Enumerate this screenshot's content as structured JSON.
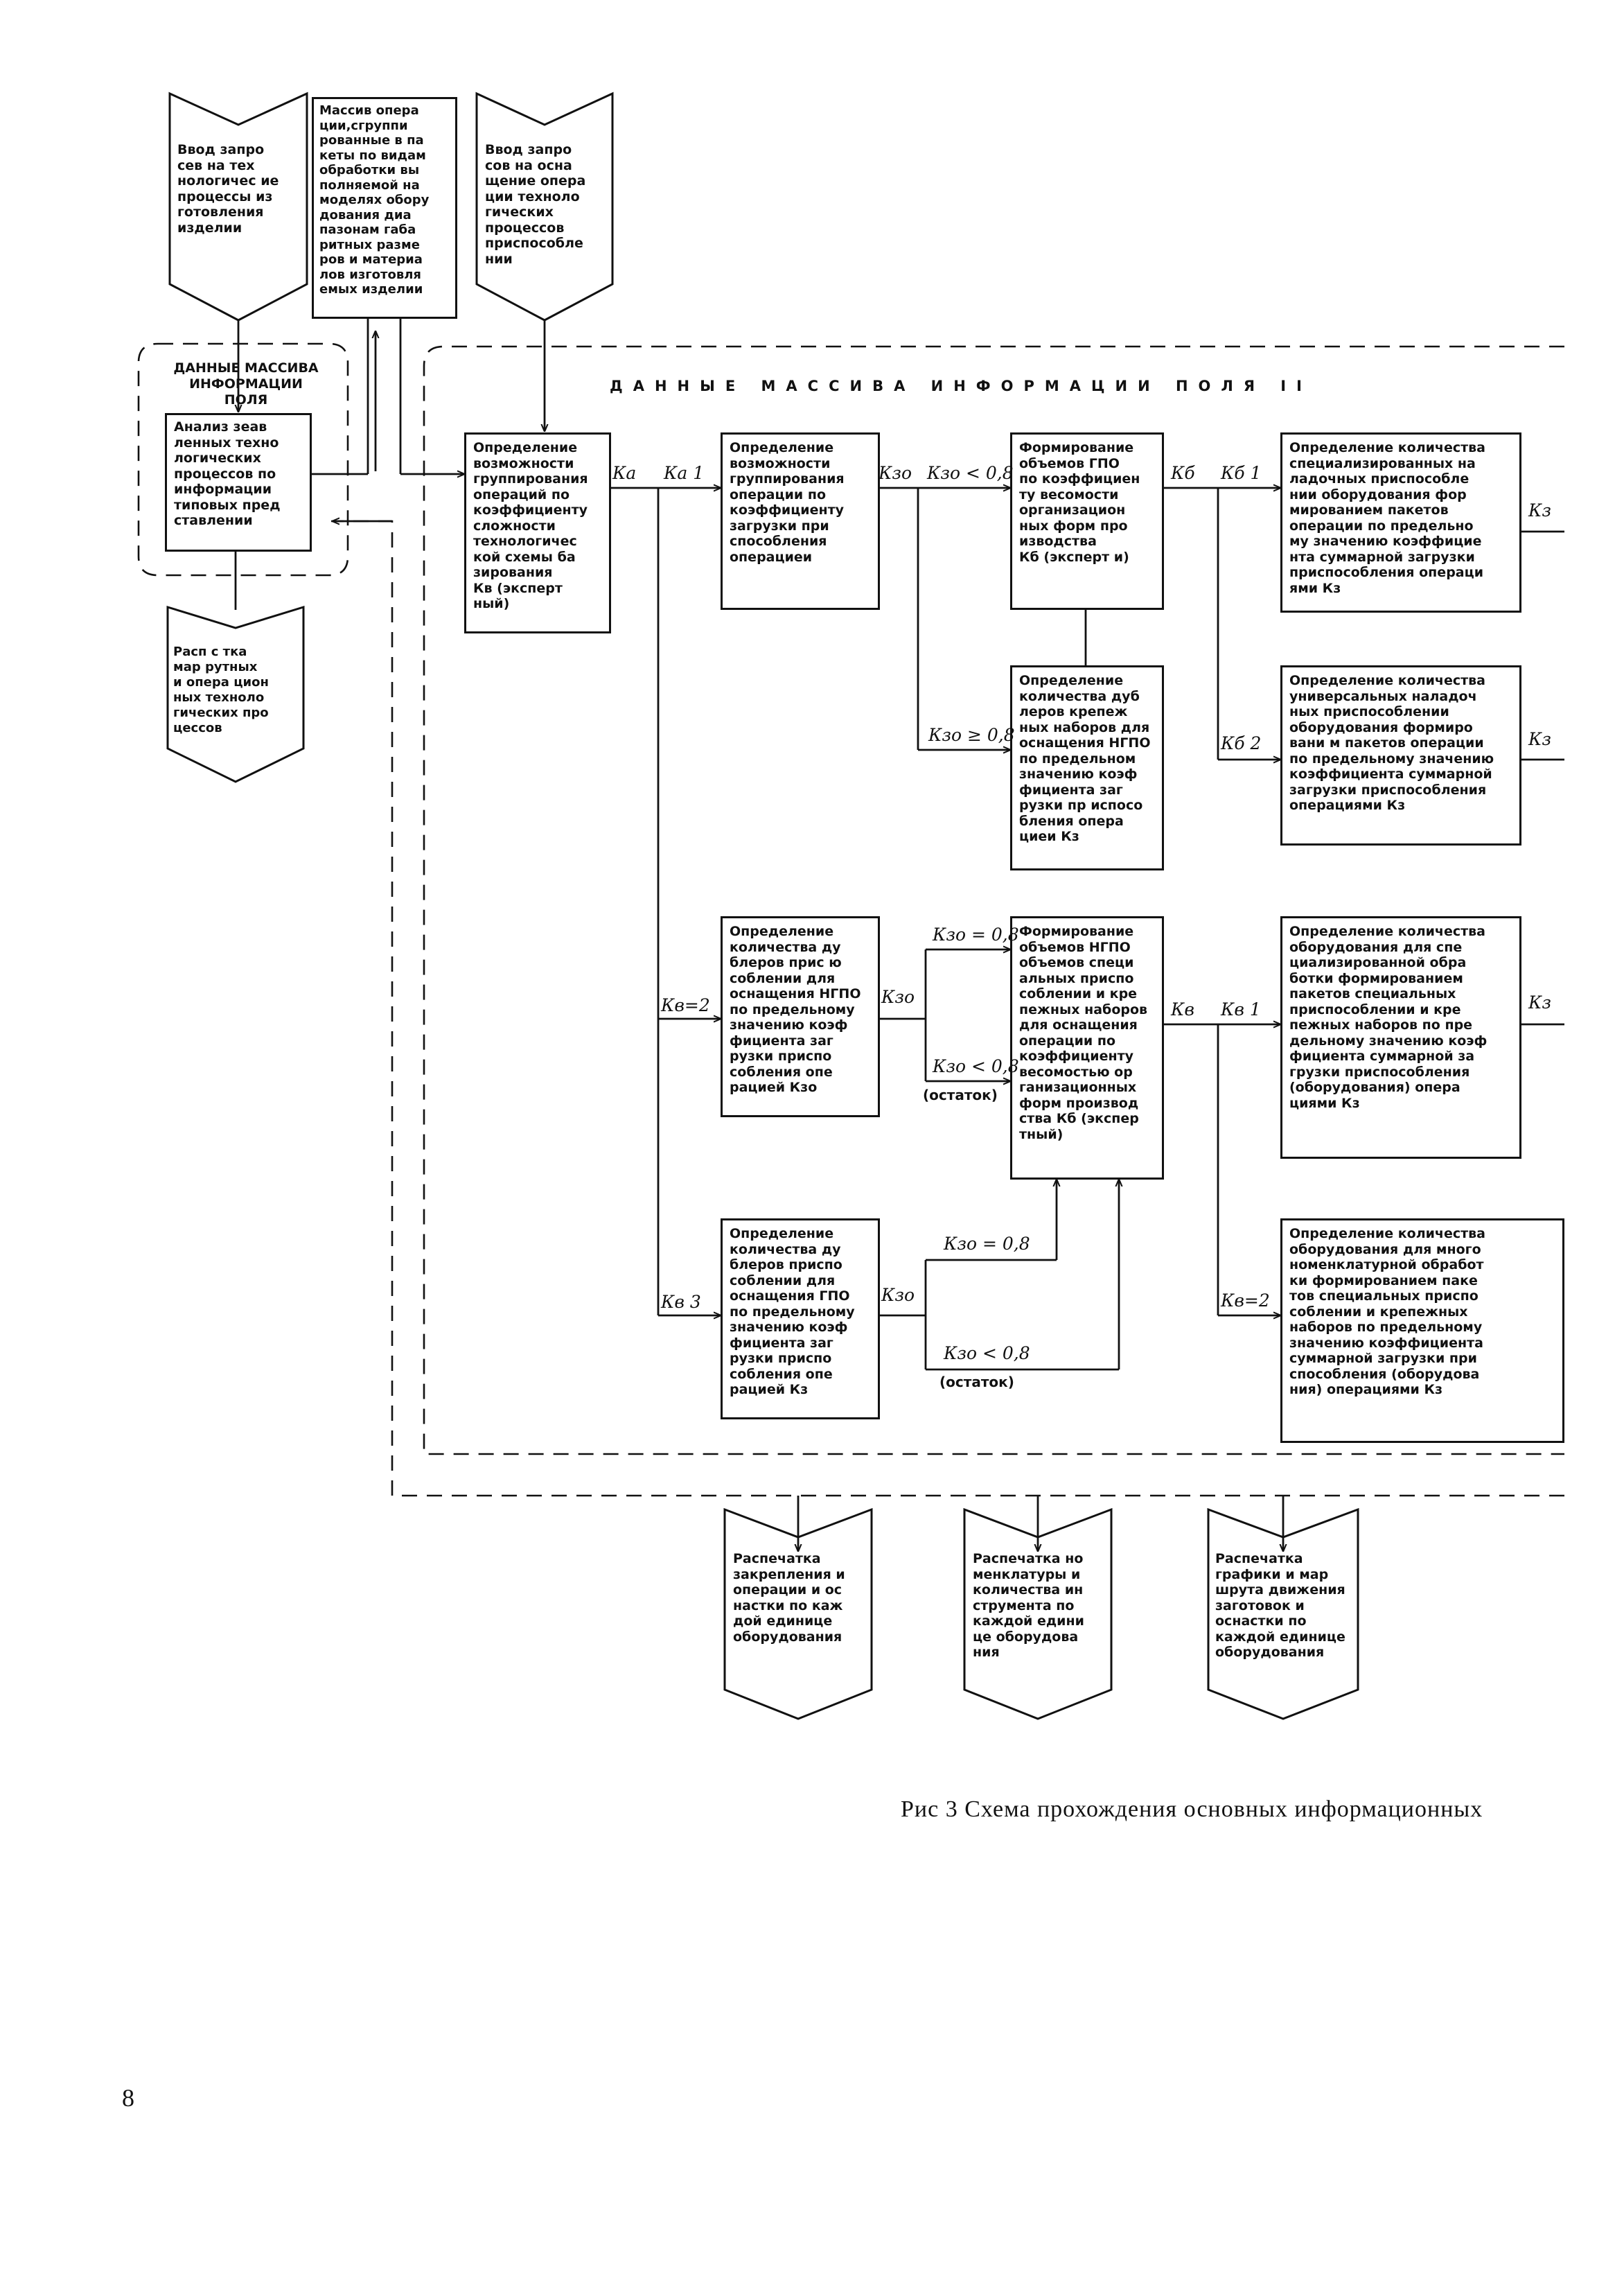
{
  "inputs": {
    "input_tech": "Ввод запро\nсев на тех\nнологичес ие\nпроцессы из\nготовления\nизделии",
    "input_array": "Массив опера\nции,сгруппи\nрованные в па\nкеты по видам\nобработки вы\nполняемой на\nмоделях обору\nдования диа\nпазонам габа\nритных разме\nров и материа\nлов изготовля\nемых изделии",
    "input_fixtures": "Ввод запро\nсов на осна\nщение опера\nции техноло\nгических\nпроцессов\nприспособле\nнии"
  },
  "field1": {
    "title": "ДАННЫЕ МАССИВА\nИНФОРМАЦИИ\nПОЛЯ",
    "analysis_box": "Анализ зеав\nленных техно\nлогических\nпроцессов по\nинформации\nтиповых пред\nставлении",
    "print_routes": "Расп с тка\nмар рутных\nи опера цион\nных техноло\nгических про\nцессов"
  },
  "field2": {
    "title": "ДАННЫЕ МАССИВА ИНФОРМАЦИИ ПОЛЯ II"
  },
  "boxes": {
    "b_group": "Определение\nвозможности\nгруппирования\nопераций по\nкоэффициенту\nсложности\nтехнологичес\nкой схемы ба\nзирования\nКв (эксперт\nный)",
    "b_load": "Определение\nвозможности\nгруппирования\nоперации по\nкоэффициенту\nзагрузки при\nспособления\nоперациеи",
    "b_gpo": "Формирование\nобъемов ГПО\nпо коэффициен\nту весомости\nорганизацион\nных форм про\nизводства\nКб (эксперт и)",
    "b_spec": "Определение количества\nспециализированных на\nладочных приспособле\nнии оборудования фор\nмированием пакетов\nоперации по предельно\nму значению коэффицие\nнта суммарной загрузки\nприспособления операци\nями Кз",
    "b_dub1": "Определение\nколичества дуб\nлеров крепеж\nных наборов для\nоснащения НГПО\nпо предельном\nзначению коэф\nфициента заг\nрузки пр испосо\nбления опера\nциеи Кз",
    "b_univ": "Определение количества\nуниверсальных наладоч\nных приспособлении\nоборудования формиро\nвани м пакетов операции\nпо предельному значению\nкоэффициента суммарной\nзагрузки приспособления\nоперациями Кз",
    "b_dub2": "Определение\nколичества ду\nблеров прис ю\nсоблении для\nоснащения НГПО\nпо предельному\nзначению коэф\nфициента заг\nрузки приспо\nсобления опе\nрацией Кзо",
    "b_ngpo": "Формирование\nобъемов НГПО\nобъемов специ\nальных приспо\nсоблении и кре\nпежных наборов\nдля оснащения\nоперации по\nкоэффициенту\nвесомостью ор\nганизационных\nформ производ\nства Кб (экспер\nтный)",
    "b_spec2": "Определение количества\nоборудования для спе\nциализированной обра\nботки формированием\nпакетов специальных\nприспособлении и кре\nпежных наборов по пре\nдельному значению коэф\nфициента суммарной за\nгрузки приспособления\n(оборудования) опера\nциями Кз",
    "b_dub3": "Определение\nколичества ду\nблеров приспо\nсоблении для\nоснащения ГПО\nпо предельному\nзначению коэф\nфициента заг\nрузки приспо\nсобления опе\nрацией Кз",
    "b_multi": "Определение количества\nоборудования для много\nноменклатурной обработ\nки формированием паке\nтов специальных приспо\nсоблении и крепежных\nнаборов по предельному\nзначению коэффициента\nсуммарной загрузки при\nспособления (оборудова\nния) операциями Кз"
  },
  "outputs": {
    "out1": "Распечатка\nзакрепления и\nоперации и ос\nнастки по каж\nдой единице\nоборудования",
    "out2": "Распечатка но\nменклатуры и\nколичества ин\nструмента по\nкаждой едини\nце оборудова\nния",
    "out3": "Распечатка\nграфики и мар\nшрута движения\nзаготовок и\nоснастки по\nкаждой единице\nоборудования"
  },
  "labels": {
    "ka": "Ка",
    "ka1": "Ка 1",
    "ka2": "Кв=2",
    "ka3": "Кв 3",
    "kzo_a": "Кзо",
    "kzo_lt": "Кзо < 0,8",
    "kzo_ge": "Кзо ≥ 0,8",
    "kb_a": "Кб",
    "kb1": "Кб 1",
    "kb2": "Кб 2",
    "kz_1": "Кз",
    "kz_2": "Кз",
    "kzo_b": "Кзо",
    "kzo_b_eq": "Кзо = 0,8",
    "kzo_b_lt": "Кзо < 0,8",
    "ostatok1": "(остаток)",
    "kb_b": "Кв",
    "kb_b1": "Кв 1",
    "kz_3": "Кз",
    "kzo_c": "Кзо",
    "kzo_c_eq": "Кзо = 0,8",
    "kzo_c_lt": "Кзо < 0,8",
    "ostatok2": "(остаток)",
    "kb_c2": "Кв=2"
  },
  "caption": "Рис 3 Схема прохождения основных информационных",
  "page_number": "8"
}
